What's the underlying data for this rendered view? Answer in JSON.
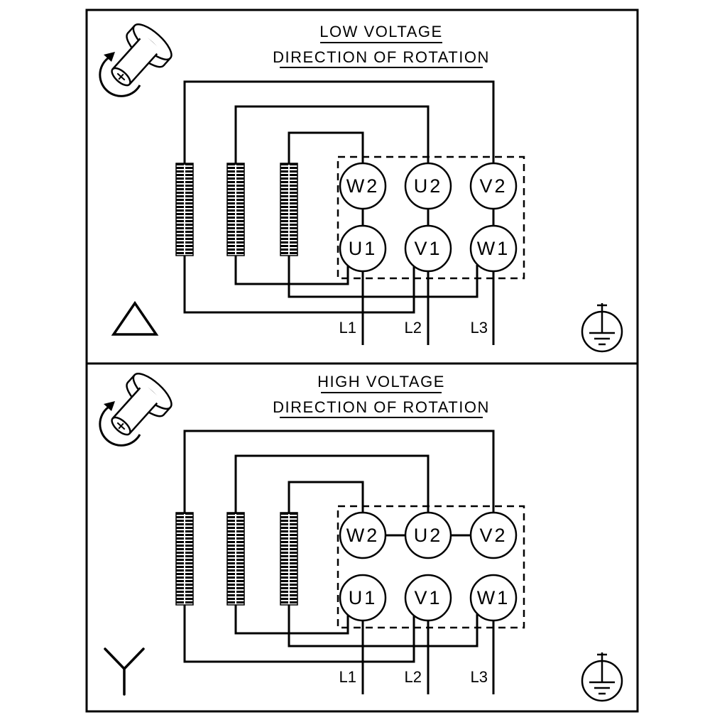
{
  "diagram": {
    "colors": {
      "line": "#000000",
      "background": "#ffffff"
    },
    "icons": {
      "motor": "motor-shaft-rotation-icon",
      "delta": "delta-connection-icon",
      "star": "star-connection-icon",
      "ground": "earth-ground-icon"
    },
    "panels": [
      {
        "id": "low-voltage",
        "title": "LOW VOLTAGE",
        "subtitle": "DIRECTION OF ROTATION",
        "connection": "delta",
        "terminals_top": [
          "W2",
          "U2",
          "V2"
        ],
        "terminals_bottom": [
          "U1",
          "V1",
          "W1"
        ],
        "supply_lines": [
          "L1",
          "L2",
          "L3"
        ]
      },
      {
        "id": "high-voltage",
        "title": "HIGH VOLTAGE",
        "subtitle": "DIRECTION OF ROTATION",
        "connection": "star",
        "terminals_top": [
          "W2",
          "U2",
          "V2"
        ],
        "terminals_bottom": [
          "U1",
          "V1",
          "W1"
        ],
        "supply_lines": [
          "L1",
          "L2",
          "L3"
        ]
      }
    ]
  }
}
